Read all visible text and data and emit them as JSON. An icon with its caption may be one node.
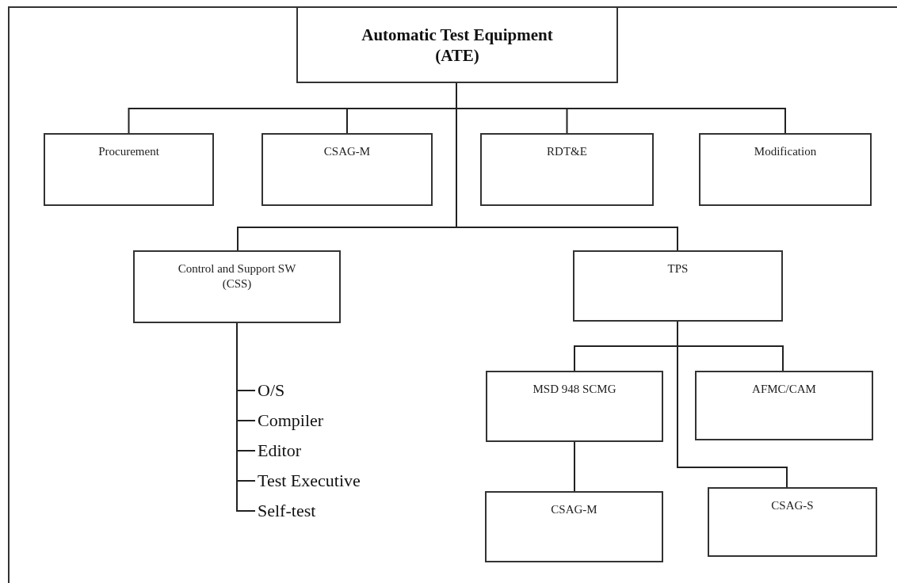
{
  "diagram": {
    "nodes": [
      {
        "text": [
          "Automatic Test Equipment (ATE)"
        ]
      },
      {
        "text": [
          "Procurement"
        ]
      },
      {
        "text": [
          "CSAG-M"
        ]
      },
      {
        "text": [
          "RDT&E"
        ]
      },
      {
        "text": [
          "Modification"
        ]
      },
      {
        "text": [
          "Control and Support SW (CSS)"
        ]
      },
      {
        "text": [
          "TPS"
        ]
      },
      {
        "text": [
          "MSD 948 SCMG"
        ]
      },
      {
        "text": [
          "AFMC/CAM"
        ]
      },
      {
        "text": [
          "CSAG-M"
        ]
      },
      {
        "text": [
          "CSAG-S"
        ]
      },
      {
        "text": [
          "O/S"
        ]
      },
      {
        "text": [
          "Compiler"
        ]
      },
      {
        "text": [
          "Editor"
        ]
      },
      {
        "text": [
          "Test Executive"
        ]
      },
      {
        "text": [
          "Self-test"
        ]
      }
    ],
    "edges": [
      {
        "from": 0,
        "to": 1,
        "arrow": "none"
      },
      {
        "from": 0,
        "to": 2,
        "arrow": "none"
      },
      {
        "from": 0,
        "to": 3,
        "arrow": "none"
      },
      {
        "from": 0,
        "to": 4,
        "arrow": "none"
      },
      {
        "from": 0,
        "to": 5,
        "arrow": "none"
      },
      {
        "from": 0,
        "to": 6,
        "arrow": "none"
      },
      {
        "from": 6,
        "to": 7,
        "arrow": "none"
      },
      {
        "from": 6,
        "to": 8,
        "arrow": "none"
      },
      {
        "from": 6,
        "to": 10,
        "arrow": "none"
      },
      {
        "from": 7,
        "to": 9,
        "arrow": "none"
      },
      {
        "from": 5,
        "to": 11,
        "arrow": "none"
      },
      {
        "from": 5,
        "to": 12,
        "arrow": "none"
      },
      {
        "from": 5,
        "to": 13,
        "arrow": "none"
      },
      {
        "from": 5,
        "to": 14,
        "arrow": "none"
      },
      {
        "from": 5,
        "to": 15,
        "arrow": "none"
      }
    ]
  }
}
